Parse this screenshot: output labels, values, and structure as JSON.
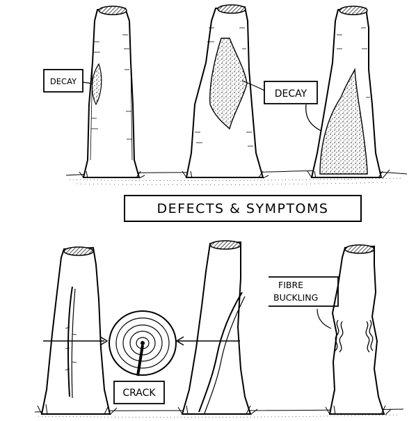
{
  "illustration": {
    "title": "DEFECTS & SYMPTOMS",
    "labels": {
      "decay_left": "DECAY",
      "decay_middle": "DECAY",
      "crack": "CRACK",
      "fibre_line1": "FIBRE",
      "fibre_line2": "BUCKLING"
    },
    "ink_color": "#000000",
    "paper_color": "#ffffff"
  }
}
